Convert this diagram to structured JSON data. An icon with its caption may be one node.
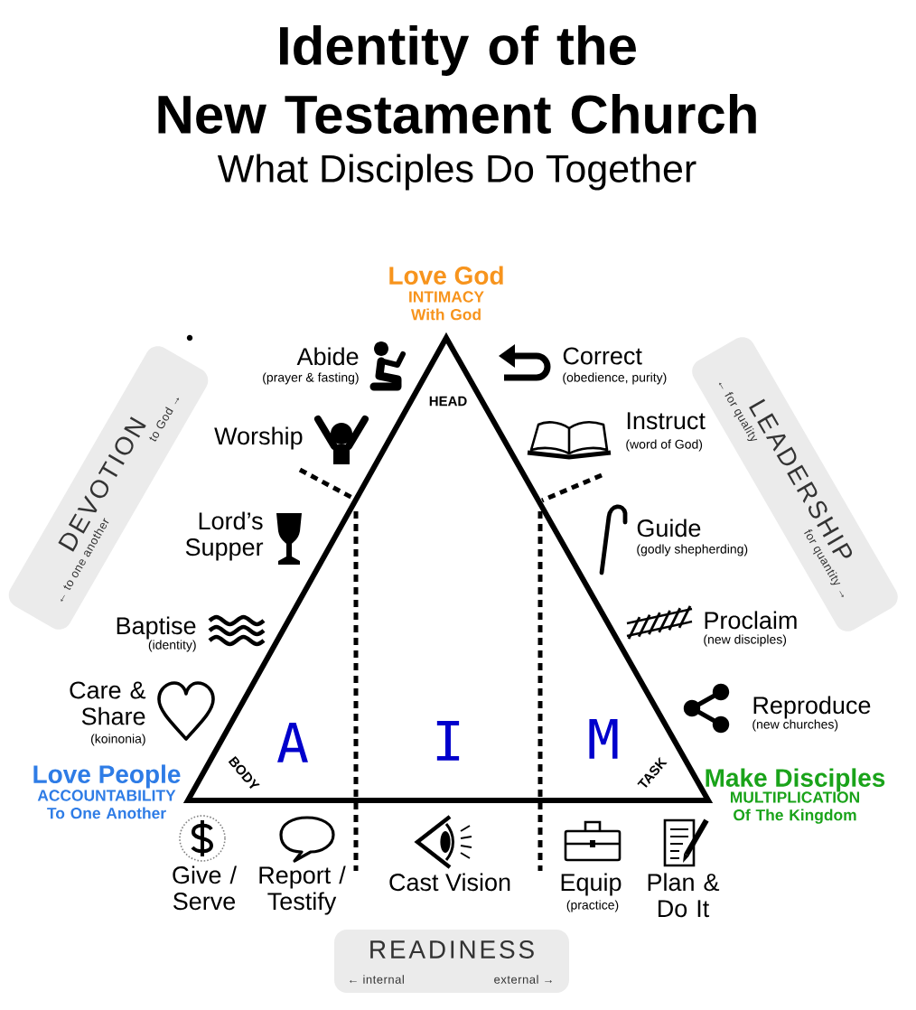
{
  "diagram": {
    "title": "Identity of the New Testament Church",
    "nodes": [
      {
        "text": [
          "HEAD",
          "A",
          "I",
          "M",
          "BODY",
          "TASK"
        ],
        "beside": [
          "Love God",
          "INTIMACY With God",
          "Love People",
          "Make Disciples",
          "ACCOUNTABILITY To One Another",
          "MULTIPLICATION Of The Kingdom"
        ]
      },
      {
        "text": [
          "DEVOTION",
          "← to one another",
          "to God →"
        ]
      },
      {
        "text": [
          "LEADERSHIP",
          "← for quality",
          "for quantity →"
        ]
      },
      {
        "text": [
          "READINESS",
          "← internal",
          "external →"
        ]
      }
    ],
    "labels": [
      "What Disciples Do Together",
      "Abide",
      "Correct",
      "(prayer & fasting)",
      "(obedience, purity)",
      "Worship",
      "Instruct",
      "(word of God)",
      "Lord’s Supper",
      "Guide",
      "(godly shepherding)",
      "Baptise",
      "Proclaim",
      "(identity)",
      "(new disciples)",
      "Care & Share",
      "Reproduce",
      "(new churches)",
      "(koinonia)",
      "Give / Serve",
      "Report / Testify",
      "Cast Vision",
      "Equip",
      "(practice)",
      "Plan & Do It"
    ]
  }
}
